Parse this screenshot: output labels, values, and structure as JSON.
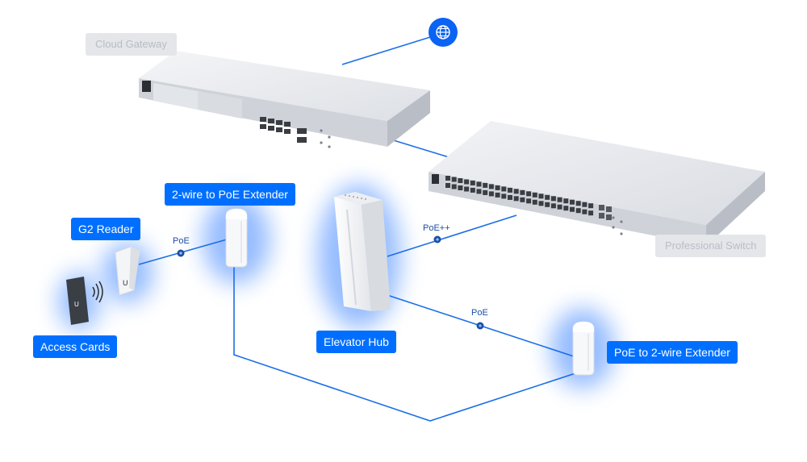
{
  "labels": {
    "cloud_gateway": "Cloud Gateway",
    "professional_switch": "Professional Switch",
    "two_wire_to_poe_extender": "2-wire to PoE Extender",
    "g2_reader": "G2 Reader",
    "access_cards": "Access Cards",
    "elevator_hub": "Elevator Hub",
    "poe_to_two_wire_extender": "PoE to 2-wire Extender"
  },
  "connections": {
    "reader_to_extender": "PoE",
    "hub_to_switch": "PoE++",
    "hub_to_extender": "PoE"
  },
  "icons": {
    "internet": "globe-icon",
    "reader_logo": "U",
    "card_logo": "U"
  },
  "colors": {
    "accent": "#006fff",
    "line": "#1a6ee8",
    "device": "#e6e8ec",
    "label_gray_bg": "#e4e6ea",
    "label_gray_text": "#b9bdc4"
  }
}
